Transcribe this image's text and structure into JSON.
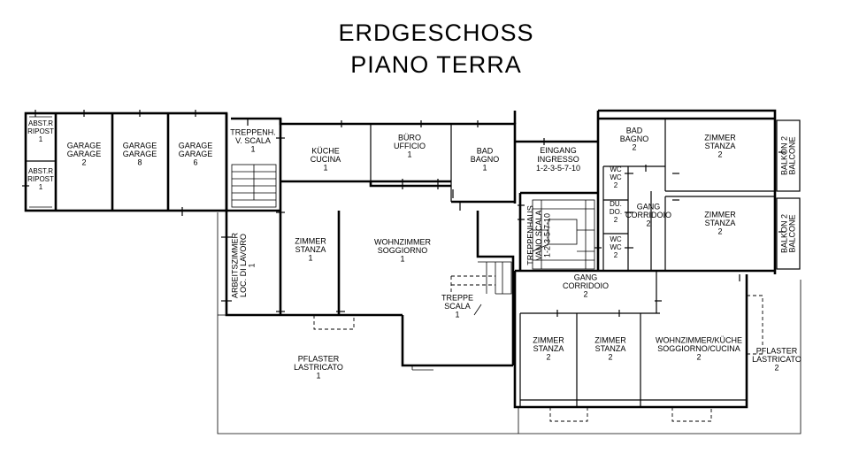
{
  "title": {
    "line1": "ERDGESCHOSS",
    "line2": "PIANO TERRA"
  },
  "rooms": {
    "abst_r_1": [
      "ABST.R",
      "RIPOST",
      "1"
    ],
    "abst_r_2": [
      "ABST.R",
      "RIPOST",
      "1"
    ],
    "garage_2": [
      "GARAGE",
      "GARAGE",
      "2"
    ],
    "garage_8": [
      "GARAGE",
      "GARAGE",
      "8"
    ],
    "garage_6": [
      "GARAGE",
      "GARAGE",
      "6"
    ],
    "treppenhaus_1": [
      "TREPPENH.",
      "V. SCALA",
      "1"
    ],
    "kueche_1": [
      "KÜCHE",
      "CUCINA",
      "1"
    ],
    "buero_1": [
      "BÜRO",
      "UFFICIO",
      "1"
    ],
    "bad_1": [
      "BAD",
      "BAGNO",
      "1"
    ],
    "eingang": [
      "EINGANG",
      "INGRESSO",
      "1-2-3-5-7-10"
    ],
    "bad_2": [
      "BAD",
      "BAGNO",
      "2"
    ],
    "zimmer_2a": [
      "ZIMMER",
      "STANZA",
      "2"
    ],
    "balkon_a": [
      "BALKON 2",
      "BALCONE"
    ],
    "wc_a": [
      "WC",
      "WC",
      "2"
    ],
    "dusche": [
      "DU.",
      "DO.",
      "2"
    ],
    "wc_b": [
      "WC",
      "WC",
      "2"
    ],
    "gang_2a": [
      "GANG",
      "CORRIDOIO",
      "2"
    ],
    "zimmer_2b": [
      "ZIMMER",
      "STANZA",
      "2"
    ],
    "balkon_b": [
      "BALKON 2",
      "BALCONE"
    ],
    "arbeitszimmer": [
      "ARBEITSZIMMER",
      "LOC. DI LAVORO",
      "1"
    ],
    "zimmer_1": [
      "ZIMMER",
      "STANZA",
      "1"
    ],
    "wohnzimmer_1": [
      "WOHNZIMMER",
      "SOGGIORNO",
      "1"
    ],
    "treppenhaus_2": [
      "TREPPENHAUS",
      "VANO SCALA",
      "1-2-3-5-7-10"
    ],
    "treppe_1": [
      "TREPPE",
      "SCALA",
      "1"
    ],
    "gang_2b": [
      "GANG",
      "CORRIDOIO",
      "2"
    ],
    "zimmer_2c": [
      "ZIMMER",
      "STANZA",
      "2"
    ],
    "zimmer_2d": [
      "ZIMMER",
      "STANZA",
      "2"
    ],
    "wohn_kueche_2": [
      "WOHNZIMMER/KÜCHE",
      "SOGGIORNO/CUCINA",
      "2"
    ],
    "pflaster_1": [
      "PFLASTER",
      "LASTRICATO",
      "1"
    ],
    "pflaster_2": [
      "PFLASTER",
      "LASTRICATO",
      "2"
    ]
  }
}
